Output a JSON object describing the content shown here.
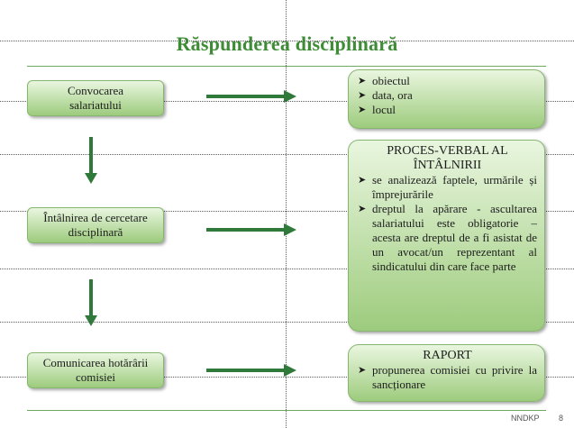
{
  "slide": {
    "title": "Răspunderea disciplinară",
    "footer_left": "NNDKP",
    "page_number": "8"
  },
  "flow": [
    {
      "label": "Convocarea salariatului"
    },
    {
      "label": "Întâlnirea de cercetare disciplinară"
    },
    {
      "label": "Comunicarea hotărârii comisiei"
    }
  ],
  "details": {
    "convocare": [
      "obiectul",
      "data, ora",
      "locul"
    ],
    "proces_verbal": {
      "title": "PROCES-VERBAL AL ÎNTÂLNIRII",
      "items": [
        "se analizează faptele, urmările și împrejurările",
        "dreptul la apărare - ascultarea salariatului este obligatorie – acesta are dreptul de a fi asistat de un avocat/un reprezentant al sindicatului din care face parte"
      ]
    },
    "raport": {
      "title": "RAPORT",
      "items": [
        "propunerea comisiei cu privire la sancționare"
      ]
    }
  },
  "colors": {
    "title": "#3e8c35",
    "arrow": "#2f7a3a",
    "box_top": "#e9f6df",
    "box_bottom": "#a9d28c"
  },
  "icons": {
    "bullet": "arrowhead-bullet-icon"
  }
}
